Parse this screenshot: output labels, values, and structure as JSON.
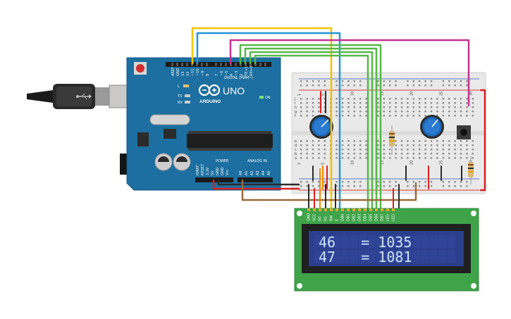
{
  "arduino": {
    "brand": "ARDUINO",
    "model": "UNO",
    "digital_label": "DIGITAL (PWM~)",
    "power_label": "POWER",
    "analog_label": "ANALOG IN",
    "on_label": "ON",
    "tx_label": "TX",
    "rx_label": "RX",
    "l_label": "L",
    "power_pins": [
      "IOREF",
      "RESET",
      "3.3V",
      "5V",
      "GND",
      "GND",
      "Vin"
    ],
    "analog_pins": [
      "A0",
      "A1",
      "A2",
      "A3",
      "A4",
      "A5"
    ],
    "digital_pins": [
      "AREF",
      "GND",
      "13",
      "12",
      "~11",
      "~10",
      "~9",
      "8",
      "7",
      "~6",
      "~5",
      "4",
      "~3",
      "2",
      "TX→1",
      "RX←0"
    ]
  },
  "lcd": {
    "line1": "46   = 1035",
    "line2": "47   = 1081",
    "pins": [
      "GND",
      "VCC",
      "V0",
      "RS",
      "RW",
      "E",
      "DB0",
      "DB1",
      "DB2",
      "DB3",
      "DB4",
      "DB5",
      "DB6",
      "DB7",
      "LED",
      "LED"
    ]
  },
  "breadboard": {
    "column_numbers": [
      "1",
      "5",
      "10",
      "15",
      "20",
      "25",
      "30"
    ],
    "row_letters": [
      "j",
      "i",
      "h",
      "g",
      "f",
      "e",
      "d",
      "c",
      "b",
      "a"
    ]
  },
  "colors": {
    "arduino_board": "#1c6fa0",
    "lcd_pcb": "#3fa34a",
    "lcd_screen": "#2b3f8c",
    "wire_yellow": "#f2c200",
    "wire_blue": "#2196d8",
    "wire_magenta": "#c2338f",
    "wire_green": "#55b848",
    "wire_red": "#d82020",
    "wire_black": "#2b2b2b",
    "wire_brown": "#9a6a3a",
    "wire_orange": "#f08a00",
    "pot_knob": "#1d66b5"
  }
}
